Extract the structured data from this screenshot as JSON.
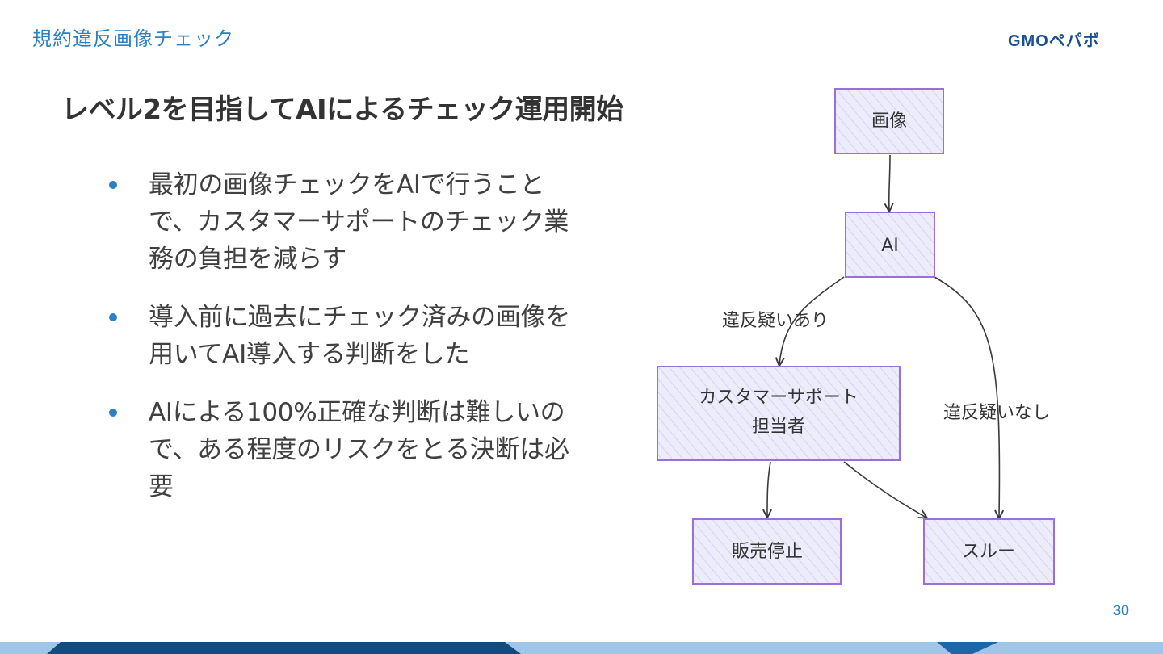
{
  "header": {
    "title": "規約違反画像チェック",
    "logo_text": "GMOペパボ"
  },
  "slide": {
    "title": "レベル2を目指してAIによるチェック運用開始",
    "bullets": [
      "最初の画像チェックをAIで行うことで、カスタマーサポートのチェック業務の負担を減らす",
      "導入前に過去にチェック済みの画像を用いてAI導入する判断をした",
      "AIによる100%正確な判断は難しいので、ある程度のリスクをとる決断は必要"
    ]
  },
  "diagram": {
    "nodes": {
      "image": "画像",
      "ai": "AI",
      "support_line1": "カスタマーサポート",
      "support_line2": "担当者",
      "stop": "販売停止",
      "pass": "スルー"
    },
    "edges": {
      "suspected": "違反疑いあり",
      "not_suspected": "違反疑いなし"
    },
    "colors": {
      "node_fill": "#ececfb",
      "node_stroke": "#9b6fd9",
      "edge": "#3a3a3a"
    }
  },
  "page_number": "30",
  "colors": {
    "accent": "#2b7fc4",
    "footer_dark": "#0f4c81",
    "footer_light": "#9fc5e8"
  }
}
